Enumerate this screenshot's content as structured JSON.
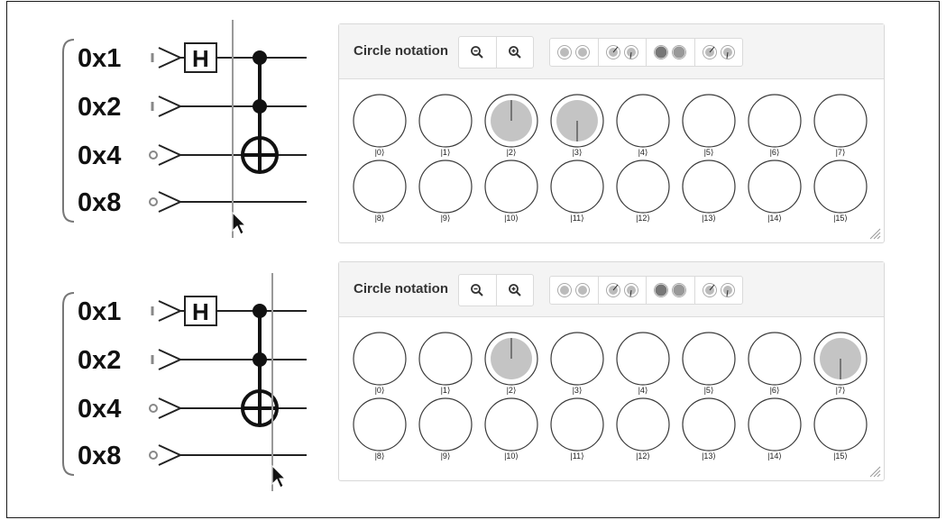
{
  "circuits": [
    {
      "qubits": [
        "0x1",
        "0x2",
        "0x4",
        "0x8"
      ],
      "input_markers": [
        "bar",
        "bar",
        "circle",
        "circle"
      ],
      "gates": [
        {
          "type": "H",
          "target": 0
        },
        {
          "type": "CCNOT",
          "controls": [
            0,
            1
          ],
          "target": 2
        }
      ],
      "has_cursor": true
    },
    {
      "qubits": [
        "0x1",
        "0x2",
        "0x4",
        "0x8"
      ],
      "input_markers": [
        "bar",
        "bar",
        "circle",
        "circle"
      ],
      "gates": [
        {
          "type": "H",
          "target": 0
        },
        {
          "type": "CCNOT",
          "controls": [
            0,
            1
          ],
          "target": 2
        }
      ],
      "has_cursor": true
    }
  ],
  "panels": [
    {
      "title": "Circle notation",
      "zoom_out_icon": "zoom-out-icon",
      "zoom_in_icon": "zoom-in-icon",
      "display_modes": [
        "phase-only-mode",
        "phase-arrow-mode",
        "magnitude-mode",
        "combined-mode"
      ],
      "states": [
        {
          "label": "|0⟩",
          "magnitude": 0
        },
        {
          "label": "|1⟩",
          "magnitude": 0
        },
        {
          "label": "|2⟩",
          "magnitude": 0.707
        },
        {
          "label": "|3⟩",
          "magnitude": 0.707
        },
        {
          "label": "|4⟩",
          "magnitude": 0
        },
        {
          "label": "|5⟩",
          "magnitude": 0
        },
        {
          "label": "|6⟩",
          "magnitude": 0
        },
        {
          "label": "|7⟩",
          "magnitude": 0
        },
        {
          "label": "|8⟩",
          "magnitude": 0
        },
        {
          "label": "|9⟩",
          "magnitude": 0
        },
        {
          "label": "|10⟩",
          "magnitude": 0
        },
        {
          "label": "|11⟩",
          "magnitude": 0
        },
        {
          "label": "|12⟩",
          "magnitude": 0
        },
        {
          "label": "|13⟩",
          "magnitude": 0
        },
        {
          "label": "|14⟩",
          "magnitude": 0
        },
        {
          "label": "|15⟩",
          "magnitude": 0
        }
      ]
    },
    {
      "title": "Circle notation",
      "zoom_out_icon": "zoom-out-icon",
      "zoom_in_icon": "zoom-in-icon",
      "display_modes": [
        "phase-only-mode",
        "phase-arrow-mode",
        "magnitude-mode",
        "combined-mode"
      ],
      "states": [
        {
          "label": "|0⟩",
          "magnitude": 0
        },
        {
          "label": "|1⟩",
          "magnitude": 0
        },
        {
          "label": "|2⟩",
          "magnitude": 0.707
        },
        {
          "label": "|3⟩",
          "magnitude": 0
        },
        {
          "label": "|4⟩",
          "magnitude": 0
        },
        {
          "label": "|5⟩",
          "magnitude": 0
        },
        {
          "label": "|6⟩",
          "magnitude": 0
        },
        {
          "label": "|7⟩",
          "magnitude": 0.707
        },
        {
          "label": "|8⟩",
          "magnitude": 0
        },
        {
          "label": "|9⟩",
          "magnitude": 0
        },
        {
          "label": "|10⟩",
          "magnitude": 0
        },
        {
          "label": "|11⟩",
          "magnitude": 0
        },
        {
          "label": "|12⟩",
          "magnitude": 0
        },
        {
          "label": "|13⟩",
          "magnitude": 0
        },
        {
          "label": "|14⟩",
          "magnitude": 0
        },
        {
          "label": "|15⟩",
          "magnitude": 0
        }
      ]
    }
  ],
  "colors": {
    "amplitude_fill": "#c4c4c4",
    "outline": "#3a3a3a",
    "header_bg": "#f4f4f4"
  }
}
